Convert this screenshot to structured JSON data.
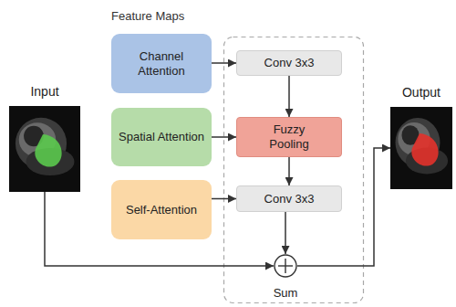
{
  "diagram": {
    "nodes": [
      {
        "text": [
          "Input"
        ]
      },
      {
        "text": [
          "Channel Attention"
        ]
      },
      {
        "text": [
          "Spatial Attention"
        ]
      },
      {
        "text": [
          "Self-Attention"
        ]
      },
      {
        "text": [
          "Conv 3x3"
        ]
      },
      {
        "text": [
          "Fuzzy Pooling"
        ]
      },
      {
        "text": [
          "Conv 3x3"
        ]
      },
      {
        "text": [
          "Sum"
        ]
      },
      {
        "text": [
          "Output"
        ]
      }
    ],
    "edges": [
      {
        "from": 1,
        "to": 4,
        "arrow": "to"
      },
      {
        "from": 2,
        "to": 5,
        "arrow": "to"
      },
      {
        "from": 3,
        "to": 6,
        "arrow": "to"
      },
      {
        "from": 4,
        "to": 5,
        "arrow": "to"
      },
      {
        "from": 5,
        "to": 6,
        "arrow": "to"
      },
      {
        "from": 6,
        "to": 7,
        "arrow": "to"
      },
      {
        "from": 0,
        "to": 7,
        "arrow": "to"
      },
      {
        "from": 7,
        "to": 8,
        "arrow": "to"
      }
    ],
    "labels": [
      "Feature Maps"
    ]
  }
}
